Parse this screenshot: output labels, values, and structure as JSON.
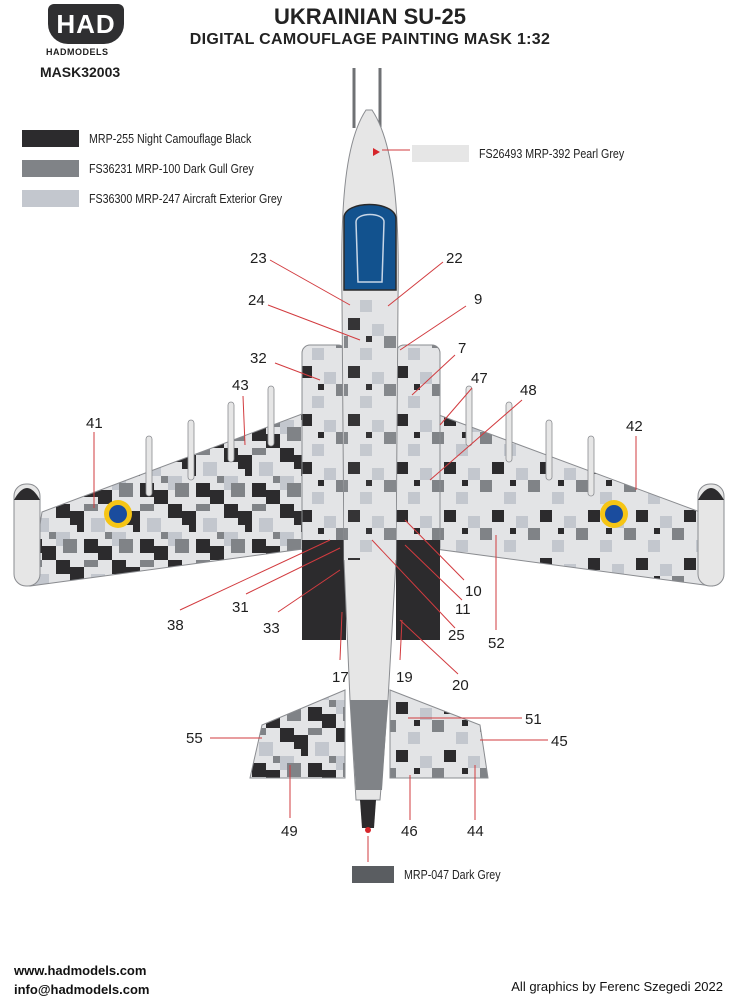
{
  "header": {
    "logo_text": "HAD",
    "brand": "HADMODELS",
    "product_code": "MASK32003",
    "title": "UKRAINIAN SU-25",
    "subtitle": "DIGITAL CAMOUFLAGE PAINTING MASK 1:32"
  },
  "legend": [
    {
      "label": "MRP-255 Night Camouflage Black",
      "color": "#2c2b2d"
    },
    {
      "label": "FS36231 MRP-100 Dark Gull Grey",
      "color": "#808387"
    },
    {
      "label": "FS36300 MRP-247 Aircraft Exterior Grey",
      "color": "#c3c7ce"
    },
    {
      "label": "FS26493 MRP-392 Pearl Grey",
      "color": "#e6e6e6"
    },
    {
      "label": "MRP-047 Dark Grey",
      "color": "#5a5d61"
    }
  ],
  "callouts": [
    "23",
    "22",
    "24",
    "9",
    "32",
    "7",
    "43",
    "47",
    "48",
    "41",
    "42",
    "38",
    "31",
    "33",
    "10",
    "11",
    "25",
    "52",
    "17",
    "19",
    "20",
    "51",
    "55",
    "45",
    "49",
    "46",
    "44"
  ],
  "footer": {
    "website": "www.hadmodels.com",
    "email": "info@hadmodels.com",
    "credit": "All graphics by Ferenc Szegedi 2022"
  }
}
